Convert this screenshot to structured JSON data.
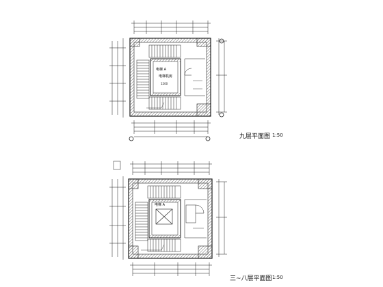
{
  "plans": [
    {
      "title": "九层平面图",
      "scale": "1:50",
      "room_label_top": "电梯 A",
      "room_label_bottom": "电梯机房",
      "shaft_label": "1200",
      "has_cabin_symbol": false
    },
    {
      "title": "三~八层平面图",
      "scale": "1:50",
      "room_label_top": "电梯 A",
      "room_label_bottom": "",
      "shaft_label": "",
      "has_cabin_symbol": true
    }
  ],
  "line_color": "#1a1a1a",
  "hatch_color": "#6b6b6b"
}
